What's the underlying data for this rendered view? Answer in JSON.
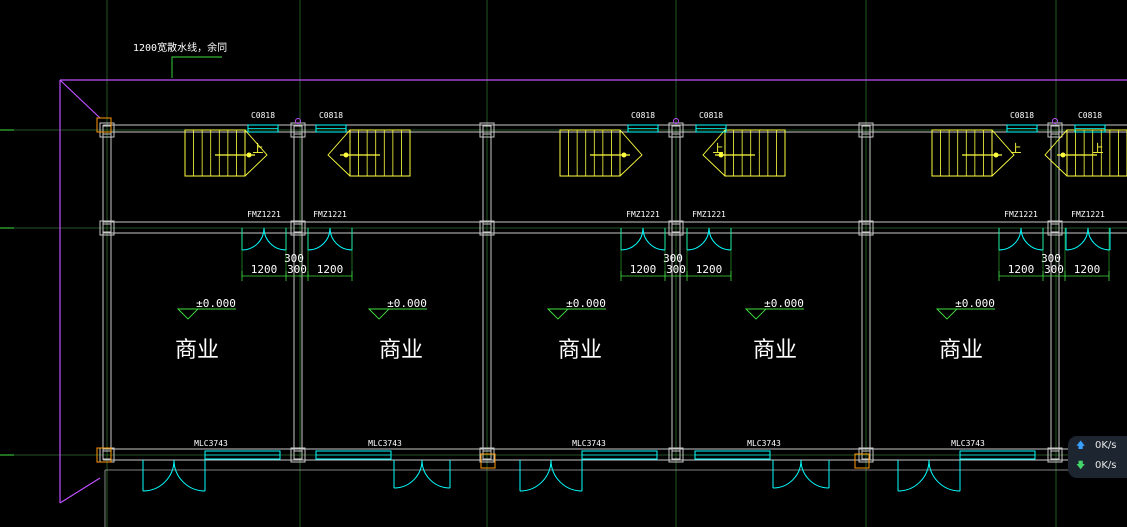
{
  "drawing": {
    "note": "1200宽散水线，余同",
    "window_label": "C0818",
    "door_label": "FMZ1221",
    "shop_door_label": "MLC3743",
    "elevation": "±0.000",
    "room_name": "商业",
    "stair_up": "上",
    "dims": [
      "1200",
      "300",
      "300",
      "1200"
    ]
  },
  "colors": {
    "background": "#000000",
    "wall": "#c8c8c8",
    "magenta": "#c050ff",
    "yellow": "#ffff40",
    "cyan": "#00ffff",
    "green": "#40e040",
    "white": "#ffffff",
    "grid": "#3a7a3a",
    "orange": "#ff9900"
  },
  "network": {
    "upload": "0K/s",
    "download": "0K/s"
  }
}
